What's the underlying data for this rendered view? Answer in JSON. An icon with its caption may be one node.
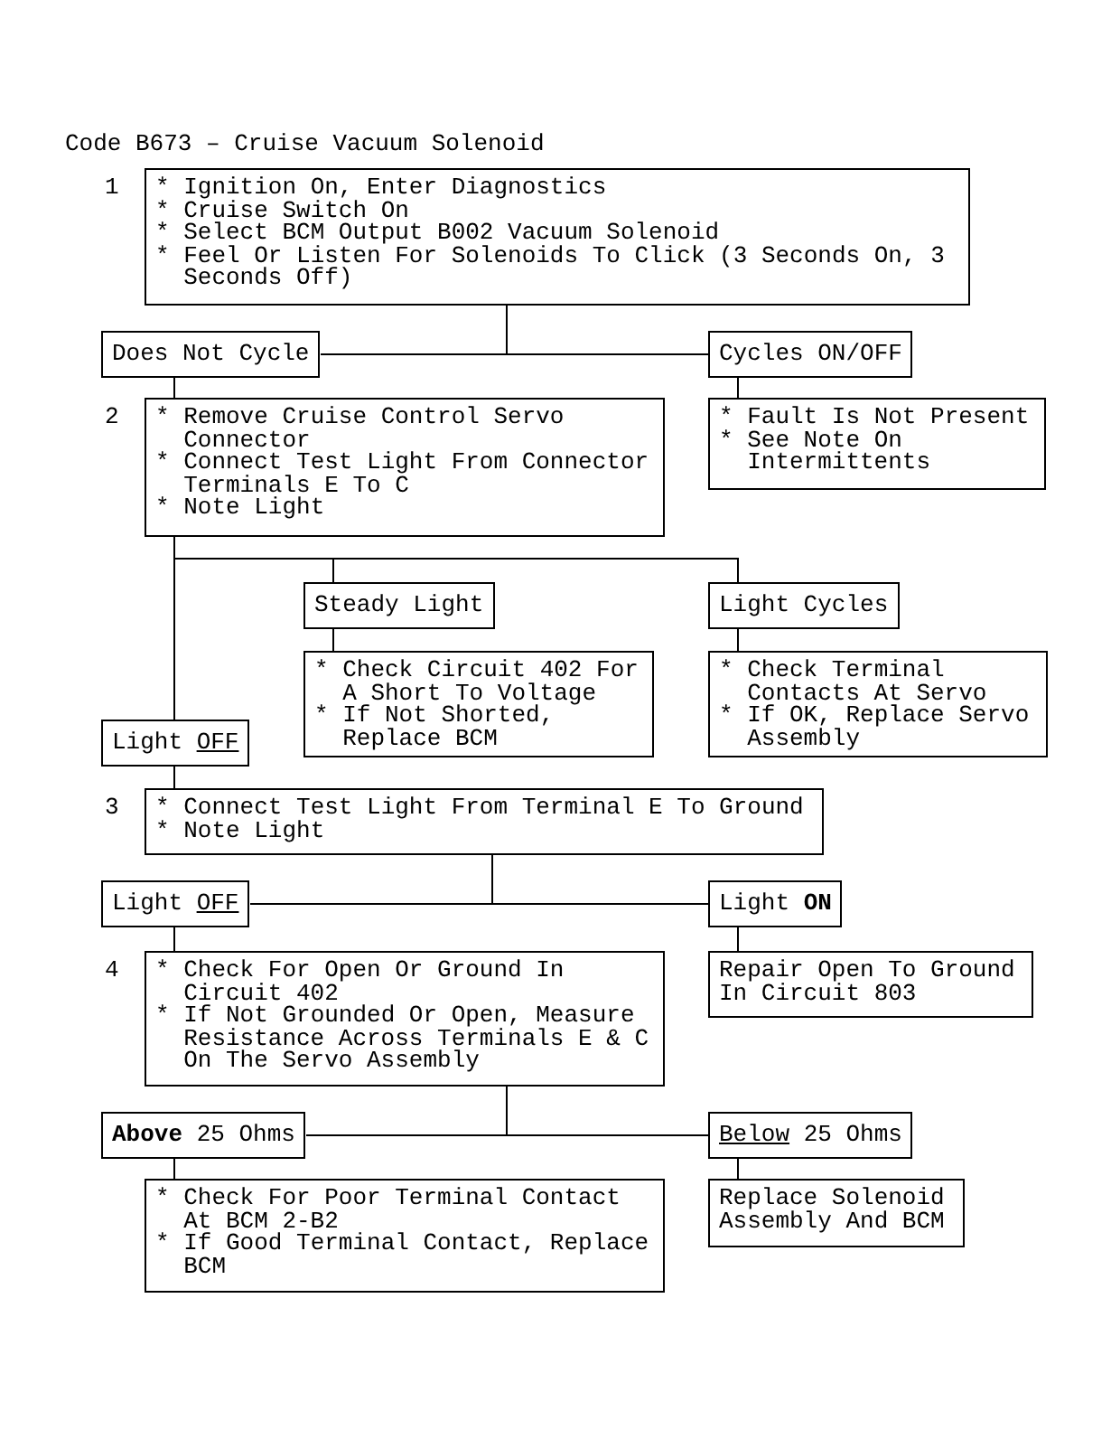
{
  "diagram": {
    "title": "Code B673 – Cruise Vacuum Solenoid",
    "nodes": [
      {
        "text": [
          "* Ignition On, Enter Diagnostics",
          "* Cruise Switch On",
          "* Select BCM Output B002 Vacuum Solenoid",
          "* Feel Or Listen For Solenoids To Click (3 Seconds On, 3 Seconds Off)"
        ],
        "beside": [
          "1"
        ]
      },
      {
        "text": [
          "Does Not Cycle"
        ]
      },
      {
        "text": [
          "Cycles ON/OFF"
        ]
      },
      {
        "text": [
          "* Remove Cruise Control Servo Connector",
          "* Connect Test Light From Connector Terminals E To C",
          "* Note Light"
        ],
        "beside": [
          "2"
        ]
      },
      {
        "text": [
          "* Fault Is Not Present",
          "* See Note On Intermittents"
        ]
      },
      {
        "text": [
          "Steady Light"
        ]
      },
      {
        "text": [
          "Light Cycles"
        ]
      },
      {
        "text": [
          "* Check Circuit 402 For A Short To Voltage",
          "* If Not Shorted, Replace BCM"
        ]
      },
      {
        "text": [
          "* Check Terminal Contacts At Servo",
          "* If OK, Replace Servo Assembly"
        ]
      },
      {
        "text": [
          "Light *OFF*"
        ]
      },
      {
        "text": [
          "* Connect Test Light From Terminal E To Ground",
          "* Note Light"
        ],
        "beside": [
          "3"
        ]
      },
      {
        "text": [
          "Light *OFF*"
        ]
      },
      {
        "text": [
          "Light **ON**"
        ]
      },
      {
        "text": [
          "* Check For Open Or Ground In Circuit 402",
          "* If Not Grounded Or Open, Measure Resistance Across Terminals E & C On The Servo Assembly"
        ],
        "beside": [
          "4"
        ]
      },
      {
        "text": [
          "Repair Open To Ground In Circuit 803"
        ]
      },
      {
        "text": [
          "**Above** 25 Ohms"
        ]
      },
      {
        "text": [
          "*Below* 25 Ohms"
        ]
      },
      {
        "text": [
          "* Check For Poor Terminal Contact At BCM 2-B2",
          "* If Good Terminal Contact, Replace BCM"
        ]
      },
      {
        "text": [
          "Replace Solenoid Assembly And BCM"
        ]
      }
    ],
    "edges": [
      {
        "from": 0,
        "to": 1,
        "arrow": "none"
      },
      {
        "from": 0,
        "to": 2,
        "arrow": "none"
      },
      {
        "from": 1,
        "to": 3,
        "arrow": "none"
      },
      {
        "from": 2,
        "to": 4,
        "arrow": "none"
      },
      {
        "from": 3,
        "to": 5,
        "arrow": "none"
      },
      {
        "from": 3,
        "to": 6,
        "arrow": "none"
      },
      {
        "from": 3,
        "to": 9,
        "arrow": "none"
      },
      {
        "from": 5,
        "to": 7,
        "arrow": "none"
      },
      {
        "from": 6,
        "to": 8,
        "arrow": "none"
      },
      {
        "from": 9,
        "to": 10,
        "arrow": "none"
      },
      {
        "from": 10,
        "to": 11,
        "arrow": "none"
      },
      {
        "from": 10,
        "to": 12,
        "arrow": "none"
      },
      {
        "from": 11,
        "to": 13,
        "arrow": "none"
      },
      {
        "from": 12,
        "to": 14,
        "arrow": "none"
      },
      {
        "from": 13,
        "to": 15,
        "arrow": "none"
      },
      {
        "from": 13,
        "to": 16,
        "arrow": "none"
      },
      {
        "from": 15,
        "to": 17,
        "arrow": "none"
      },
      {
        "from": 16,
        "to": 18,
        "arrow": "none"
      }
    ]
  }
}
